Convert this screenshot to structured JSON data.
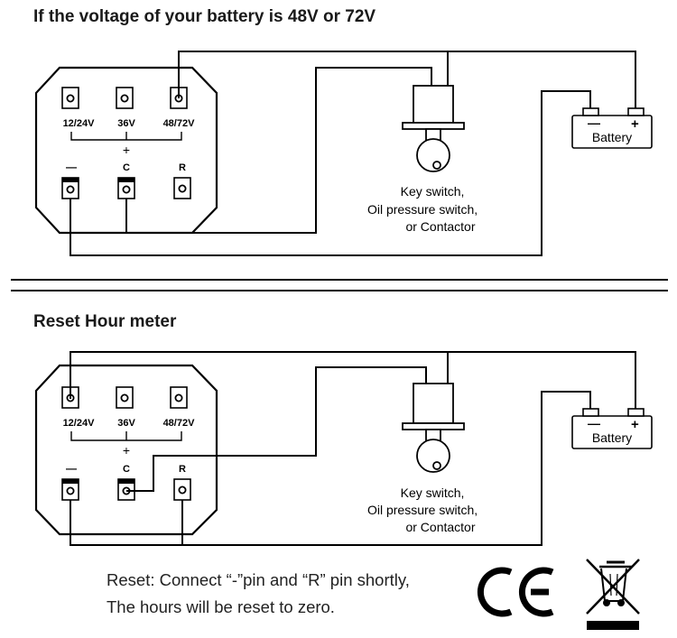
{
  "diagram_top": {
    "title": "If the voltage of your battery is 48V or 72V",
    "pin_labels": {
      "v12_24": "12/24V",
      "v36": "36V",
      "v48_72": "48/72V",
      "minus": "—",
      "c": "C",
      "r": "R",
      "plus": "+"
    },
    "battery": {
      "label": "Battery",
      "neg": "—",
      "pos": "+"
    },
    "switch_caption": [
      "Key switch,",
      "Oil pressure switch,",
      "or Contactor"
    ]
  },
  "diagram_bottom": {
    "title": "Reset Hour meter",
    "pin_labels": {
      "v12_24": "12/24V",
      "v36": "36V",
      "v48_72": "48/72V",
      "minus": "—",
      "c": "C",
      "r": "R",
      "plus": "+"
    },
    "battery": {
      "label": "Battery",
      "neg": "—",
      "pos": "+"
    },
    "switch_caption": [
      "Key switch,",
      "Oil pressure switch,",
      "or Contactor"
    ]
  },
  "reset_note": {
    "line1": "Reset: Connect “-”pin and “R” pin shortly,",
    "line2": "The hours will be reset to zero."
  },
  "marks": {
    "ce": "CE mark",
    "weee": "WEEE crossed-out bin"
  }
}
